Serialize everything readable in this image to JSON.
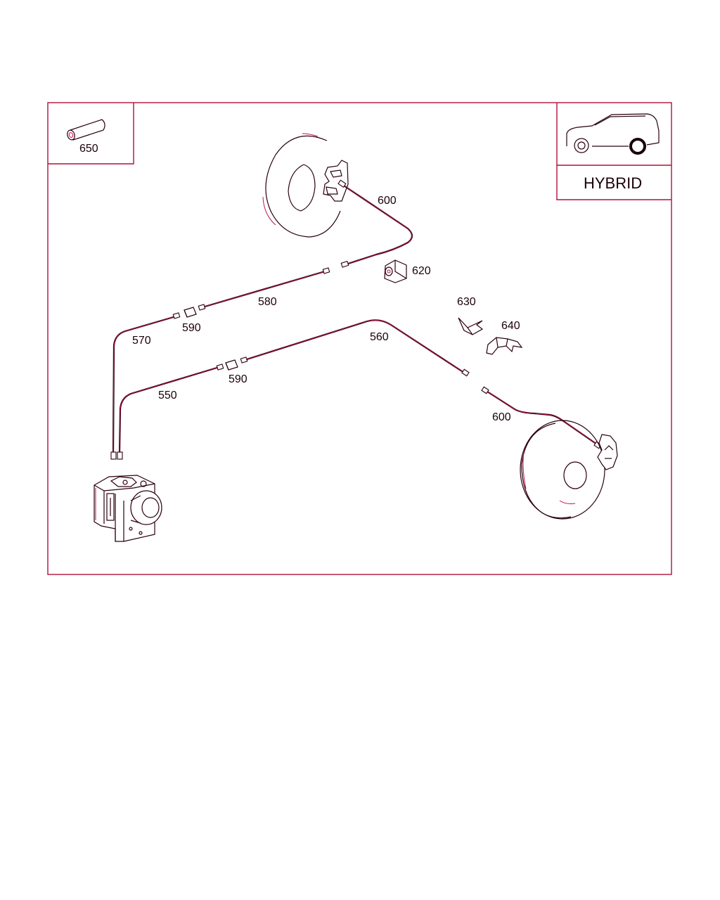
{
  "inset": {
    "part_label": "650"
  },
  "vehicle_box": {
    "label": "HYBRID"
  },
  "callouts": {
    "rear_line_upper": "600",
    "sensor": "620",
    "line_580": "580",
    "union_upper": "590",
    "line_570": "570",
    "clip_630": "630",
    "bracket_640": "640",
    "line_560": "560",
    "union_lower": "590",
    "line_550": "550",
    "front_line_lower": "600"
  },
  "colors": {
    "line": "#2a0010",
    "accent": "#c8104a",
    "frame": "#b0103c"
  }
}
